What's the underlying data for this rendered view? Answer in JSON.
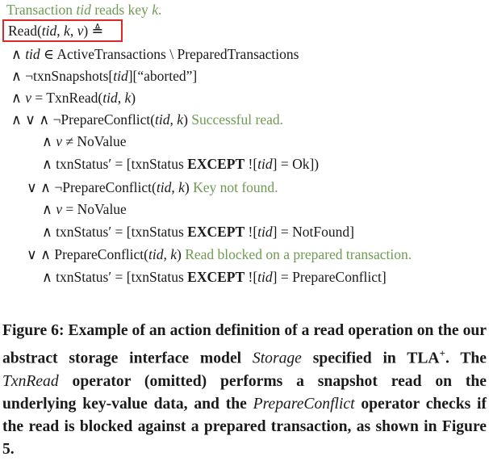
{
  "spec": {
    "comment_top": [
      "Transaction ",
      "tid",
      " reads key ",
      "k",
      "."
    ],
    "header": {
      "name": "Read",
      "open": "(",
      "params": [
        "tid",
        ", ",
        "k",
        ", ",
        "v"
      ],
      "close": ") ≜"
    },
    "lines": [
      {
        "id": "l1",
        "parts": [
          {
            "t": "∧ "
          },
          {
            "t": "tid",
            "i": true
          },
          {
            "t": " ∈ ActiveTransactions \\ PreparedTransactions"
          }
        ]
      },
      {
        "id": "l2",
        "parts": [
          {
            "t": "∧ ¬txnSnapshots["
          },
          {
            "t": "tid",
            "i": true
          },
          {
            "t": "][“aborted”]"
          }
        ]
      },
      {
        "id": "l3",
        "parts": [
          {
            "t": "∧ "
          },
          {
            "t": "v",
            "i": true
          },
          {
            "t": " = TxnRead("
          },
          {
            "t": "tid",
            "i": true
          },
          {
            "t": ", "
          },
          {
            "t": "k",
            "i": true
          },
          {
            "t": ")"
          }
        ]
      },
      {
        "id": "l4",
        "parts": [
          {
            "t": "∧ ∨  ∧ ¬PrepareConflict("
          },
          {
            "t": "tid",
            "i": true
          },
          {
            "t": ", "
          },
          {
            "t": "k",
            "i": true
          },
          {
            "t": ")  "
          },
          {
            "t": "Successful read.",
            "c": true
          }
        ]
      },
      {
        "id": "l5",
        "parts": [
          {
            "t": "∧ "
          },
          {
            "t": "v",
            "i": true
          },
          {
            "t": " ≠ NoValue"
          }
        ]
      },
      {
        "id": "l6",
        "parts": [
          {
            "t": "∧ txnStatus′ = [txnStatus "
          },
          {
            "t": "EXCEPT",
            "b": true
          },
          {
            "t": " !["
          },
          {
            "t": "tid",
            "i": true
          },
          {
            "t": "] = Ok])"
          }
        ]
      },
      {
        "id": "l7",
        "parts": [
          {
            "t": "∨ ∧ ¬PrepareConflict("
          },
          {
            "t": "tid",
            "i": true
          },
          {
            "t": ", "
          },
          {
            "t": "k",
            "i": true
          },
          {
            "t": ")  "
          },
          {
            "t": "Key not found.",
            "c": true
          }
        ]
      },
      {
        "id": "l8",
        "parts": [
          {
            "t": "∧ "
          },
          {
            "t": "v",
            "i": true
          },
          {
            "t": " = NoValue"
          }
        ]
      },
      {
        "id": "l9",
        "parts": [
          {
            "t": "∧ txnStatus′ = [txnStatus "
          },
          {
            "t": "EXCEPT",
            "b": true
          },
          {
            "t": " !["
          },
          {
            "t": "tid",
            "i": true
          },
          {
            "t": "] = NotFound]"
          }
        ]
      },
      {
        "id": "l10",
        "parts": [
          {
            "t": "∨ ∧ PrepareConflict("
          },
          {
            "t": "tid",
            "i": true
          },
          {
            "t": ", "
          },
          {
            "t": "k",
            "i": true
          },
          {
            "t": ")  "
          },
          {
            "t": "Read blocked on a prepared transaction.",
            "c": true
          }
        ]
      },
      {
        "id": "l11",
        "parts": [
          {
            "t": "∧ txnStatus′ = [txnStatus "
          },
          {
            "t": "EXCEPT",
            "b": true
          },
          {
            "t": " !["
          },
          {
            "t": "tid",
            "i": true
          },
          {
            "t": "] = PrepareConflict]"
          }
        ]
      }
    ]
  },
  "caption": {
    "figure_label": "Figure 6:",
    "part1": " Example of an action definition of a read operation on the our abstract storage interface model ",
    "model_name": "Storage",
    "part2": " specified in TLA",
    "superscript": "+",
    "part3": ". The ",
    "op1": "TxnRead",
    "part4": " operator (omitted) performs a snapshot read on the underlying key-value data, and the ",
    "op2": "PrepareConflict",
    "part5": " operator checks if the read is blocked against a prepared transaction, as shown in Figure 5."
  },
  "colors": {
    "comment": "#6e9b52",
    "highlight_border": "#e02727",
    "text": "#1a1a1a"
  }
}
